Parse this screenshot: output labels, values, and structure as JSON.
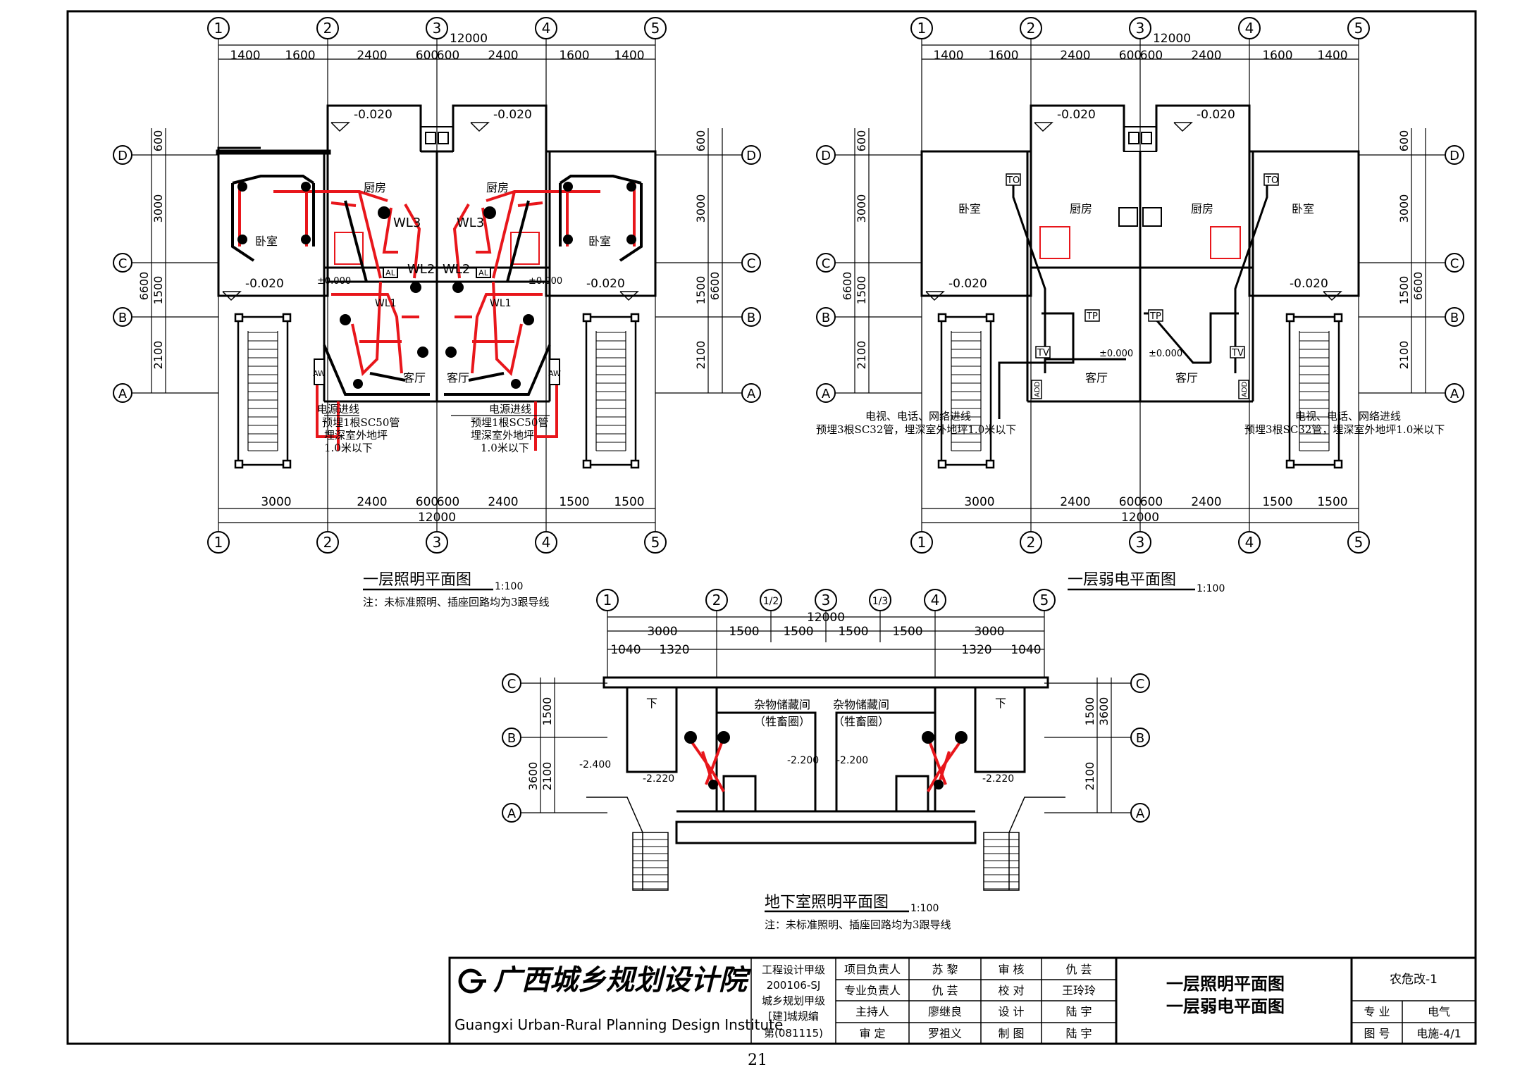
{
  "page_number": "21",
  "plans": {
    "lighting_first_floor": {
      "title": "一层照明平面图",
      "scale": "1:100",
      "note": "注：未标准照明、插座回路均为3跟导线",
      "overall_dim": "12000",
      "top_dims": [
        "1400",
        "1600",
        "2400",
        "600",
        "600",
        "2400",
        "1600",
        "1400"
      ],
      "bottom_dims": [
        "3000",
        "2400",
        "600",
        "600",
        "2400",
        "1500",
        "1500"
      ],
      "side_dims_left": [
        "600",
        "3000",
        "1500",
        "2100"
      ],
      "side_dims_right": [
        "600",
        "3000",
        "1500",
        "2100"
      ],
      "side_total": "6600",
      "elevations": [
        "-0.020",
        "-0.020",
        "-0.020",
        "-0.020",
        "±0.000",
        "±0.000"
      ],
      "rooms": {
        "bedroom": "卧室",
        "kitchen": "厨房",
        "living": "客厅"
      },
      "circuits": [
        "WL3",
        "WL3",
        "WL2",
        "WL2",
        "WL1",
        "WL1",
        "AL",
        "AL",
        "AW",
        "AW"
      ],
      "power_note": [
        "电源进线",
        "预埋1根SC50管",
        "埋深室外地坪",
        "1.0米以下"
      ]
    },
    "weak_current_first_floor": {
      "title": "一层弱电平面图",
      "scale": "1:100",
      "overall_dim": "12000",
      "top_dims": [
        "1400",
        "1600",
        "2400",
        "600",
        "600",
        "2400",
        "1600",
        "1400"
      ],
      "bottom_dims": [
        "3000",
        "2400",
        "600",
        "600",
        "2400",
        "1500",
        "1500"
      ],
      "side_dims_left": [
        "600",
        "3000",
        "1500",
        "2100"
      ],
      "side_dims_right": [
        "600",
        "3000",
        "1500",
        "2100"
      ],
      "side_total": "6600",
      "elevations": [
        "-0.020",
        "-0.020",
        "-0.020",
        "-0.020",
        "±0.000",
        "±0.000"
      ],
      "rooms": {
        "bedroom": "卧室",
        "kitchen": "厨房",
        "living": "客厅"
      },
      "outlets": [
        "TO",
        "TO",
        "TP",
        "TP",
        "TV",
        "TV",
        "ADD",
        "ADD"
      ],
      "entry_note_line1": "电视、电话、网络进线",
      "entry_note_line2": "预埋3根SC32管，埋深室外地坪1.0米以下"
    },
    "basement_lighting": {
      "title": "地下室照明平面图",
      "scale": "1:100",
      "note": "注：未标准照明、插座回路均为3跟导线",
      "overall_dim": "12000",
      "top_dims": [
        "3000",
        "1500",
        "1500",
        "1500",
        "1500",
        "3000"
      ],
      "sub_dims": [
        "1040",
        "1320",
        "1320",
        "1040"
      ],
      "side_dims": [
        "1500",
        "2100"
      ],
      "side_total": "3600",
      "elevations": [
        "-2.400",
        "-2.220",
        "-2.200",
        "-2.200",
        "-2.220"
      ],
      "room_name": "杂物储藏间",
      "room_sub": "（牲畜圈）",
      "stair_down": "下"
    }
  },
  "axes": {
    "numbers": [
      "1",
      "2",
      "3",
      "4",
      "5"
    ],
    "letters": [
      "A",
      "B",
      "C",
      "D"
    ],
    "basement_numbers": [
      "1",
      "2",
      "1/2",
      "3",
      "1/3",
      "4",
      "5"
    ]
  },
  "title_block": {
    "institute_cn": "广西城乡规划设计院",
    "institute_en": "Guangxi Urban-Rural Planning Design Institute",
    "cert": [
      "工程设计甲级",
      "200106-SJ",
      "城乡规划甲级",
      "[建]城规编",
      "第(081115)"
    ],
    "roles": [
      {
        "role": "项目负责人",
        "name": "苏 黎",
        "role2": "审 核",
        "name2": "仇 芸"
      },
      {
        "role": "专业负责人",
        "name": "仇 芸",
        "role2": "校 对",
        "name2": "王玲玲"
      },
      {
        "role": "主持人",
        "name": "廖继良",
        "role2": "设 计",
        "name2": "陆 宇"
      },
      {
        "role": "审 定",
        "name": "罗祖义",
        "role2": "制 图",
        "name2": "陆 宇"
      }
    ],
    "drawing_titles": [
      "一层照明平面图",
      "一层弱电平面图"
    ],
    "project": "农危改-1",
    "discipline_label": "专 业",
    "discipline": "电气",
    "drawing_no_label": "图 号",
    "drawing_no": "电施-4/1"
  },
  "colors": {
    "wire": "#e8161b",
    "line": "#000000"
  }
}
